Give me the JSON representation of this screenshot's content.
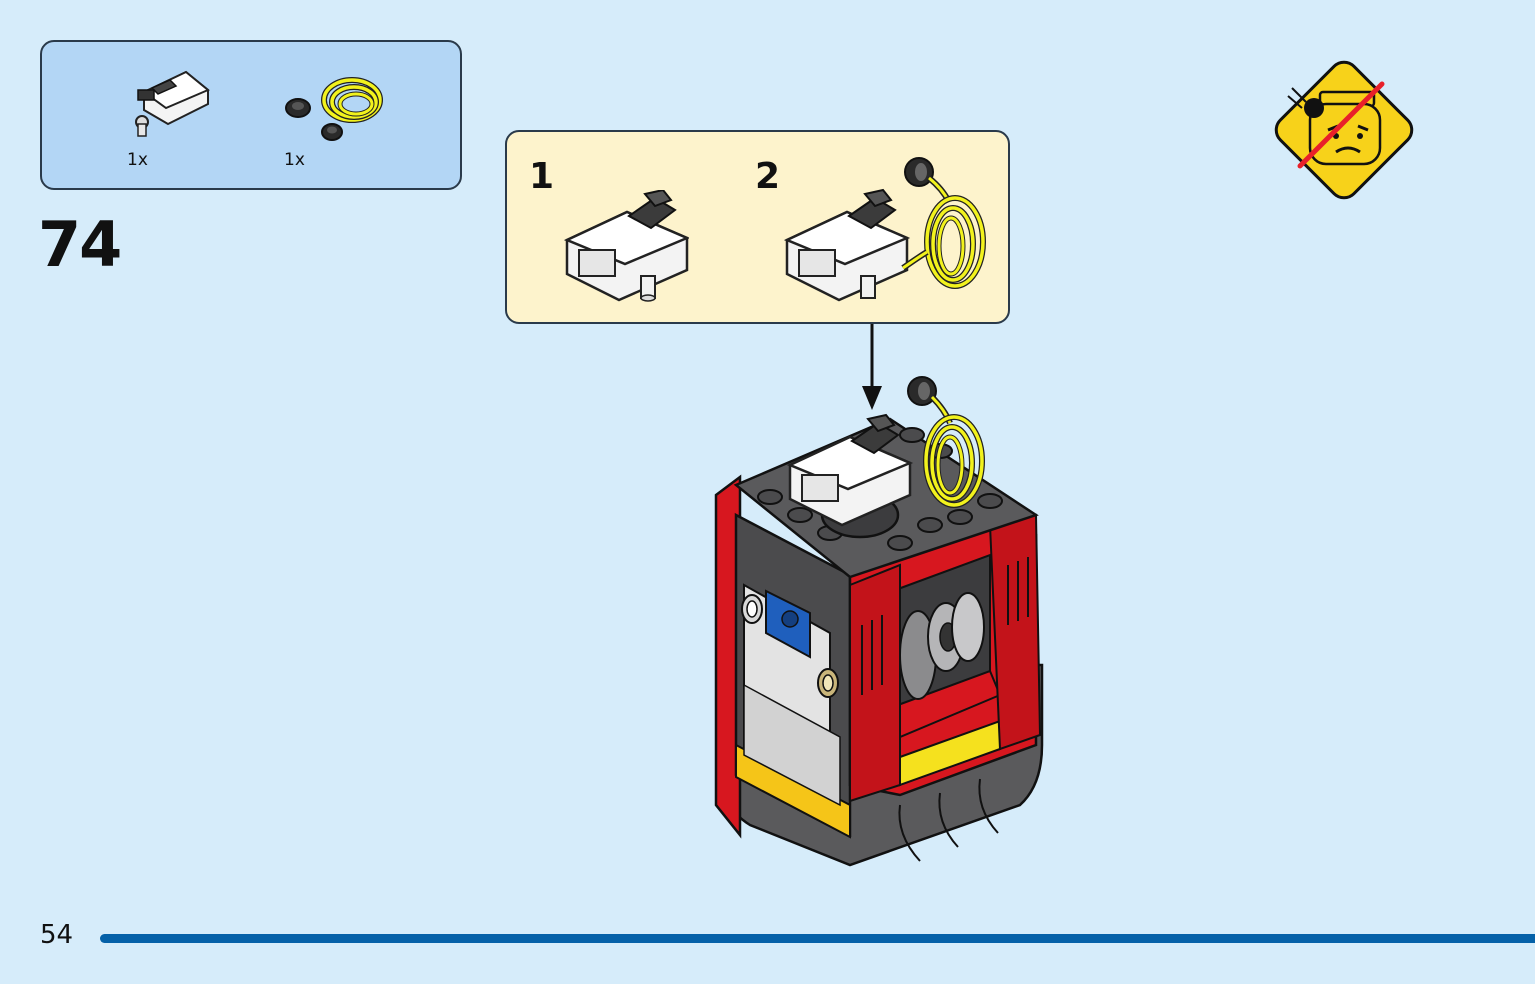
{
  "parts_list": {
    "items": [
      {
        "name": "white-clip-plate",
        "qty": "1x"
      },
      {
        "name": "yellow-hose-with-tyres",
        "qty": "1x"
      }
    ]
  },
  "step": {
    "number": "74"
  },
  "sub_steps": {
    "items": [
      {
        "number": "1"
      },
      {
        "number": "2"
      }
    ]
  },
  "page": {
    "number": "54"
  },
  "icons": {
    "warning": "no-projectile-to-face-warning-icon",
    "arrow": "arrow-down-icon"
  },
  "colors": {
    "background": "#d6ecfa",
    "parts_box": "#b3d6f5",
    "sub_box": "#fdf3cc",
    "page_bar": "#0561a8",
    "warning_yellow": "#f7d21a",
    "brick_red": "#d7171f",
    "brick_dark_gray": "#4b4b4d",
    "hose_yellow": "#f2f21d"
  }
}
